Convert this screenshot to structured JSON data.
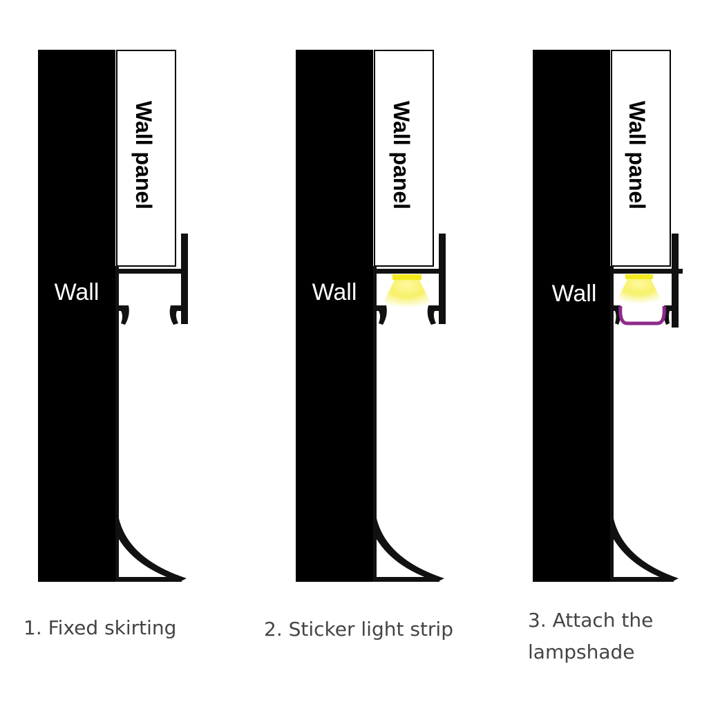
{
  "steps": [
    {
      "wall_label": "Wall",
      "panel_label": "Wall panel",
      "caption_lines": [
        "1. Fixed skirting"
      ],
      "light_strip": false,
      "lampshade": false
    },
    {
      "wall_label": "Wall",
      "panel_label": "Wall panel",
      "caption_lines": [
        "2. Sticker light strip"
      ],
      "light_strip": true,
      "lampshade": false
    },
    {
      "wall_label": "Wall",
      "panel_label": "Wall panel",
      "caption_lines": [
        "3. Attach the",
        "lampshade"
      ],
      "light_strip": true,
      "lampshade": true
    }
  ],
  "colors": {
    "wall": "#000000",
    "panel": "#ffffff",
    "profile": "#111111",
    "light": "#f3ea1f",
    "lampshade": "#8e2a8c"
  }
}
